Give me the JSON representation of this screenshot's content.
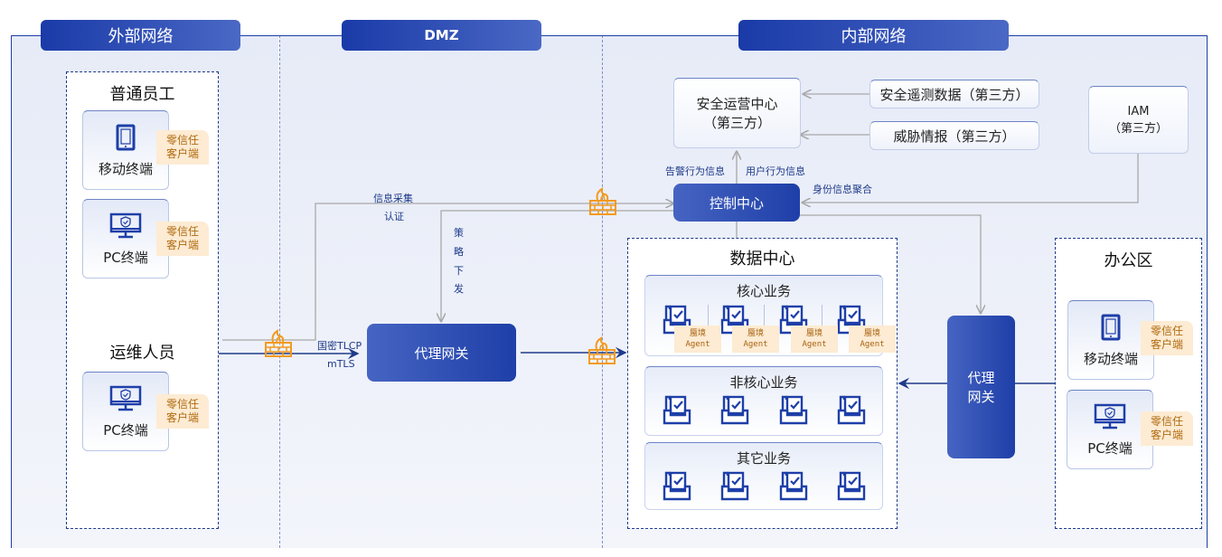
{
  "zones": {
    "external": {
      "title": "外部网络"
    },
    "dmz": {
      "title": "DMZ"
    },
    "internal": {
      "title": "内部网络"
    }
  },
  "external": {
    "regular_staff": {
      "title": "普通员工",
      "devices": [
        {
          "label": "移动终端",
          "icon": "tablet-icon",
          "tag": [
            "零信任",
            "客户端"
          ]
        },
        {
          "label": "PC终端",
          "icon": "monitor-shield-icon",
          "tag": [
            "零信任",
            "客户端"
          ]
        }
      ]
    },
    "ops_staff": {
      "title": "运维人员",
      "devices": [
        {
          "label": "PC终端",
          "icon": "monitor-shield-icon",
          "tag": [
            "零信任",
            "客户端"
          ]
        }
      ]
    }
  },
  "dmz": {
    "proxy_gateway": "代理网关",
    "labels": {
      "info_collect": "信息采集",
      "auth": "认证",
      "policy": [
        "策",
        "略",
        "下",
        "发"
      ],
      "protocol_1": "国密TLCP",
      "protocol_2": "mTLS"
    }
  },
  "internal": {
    "soc": {
      "line1": "安全运营中心",
      "line2": "（第三方）"
    },
    "telemetry": "安全遥测数据（第三方）",
    "threat_intel": "威胁情报（第三方）",
    "iam": {
      "line1": "IAM",
      "line2": "（第三方）"
    },
    "control_center": "控制中心",
    "labels": {
      "alert_info": "告警行为信息",
      "user_behavior": "用户行为信息",
      "identity_agg": "身份信息聚合"
    },
    "data_center": {
      "title": "数据中心",
      "groups": [
        {
          "title": "核心业务",
          "count": 4,
          "agent": [
            "蜃境",
            "Agent"
          ]
        },
        {
          "title": "非核心业务",
          "count": 4
        },
        {
          "title": "其它业务",
          "count": 4
        }
      ]
    },
    "proxy_gateway": [
      "代理",
      "网关"
    ],
    "office": {
      "title": "办公区",
      "devices": [
        {
          "label": "移动终端",
          "icon": "tablet-icon",
          "tag": [
            "零信任",
            "客户端"
          ]
        },
        {
          "label": "PC终端",
          "icon": "monitor-shield-icon",
          "tag": [
            "零信任",
            "客户端"
          ]
        }
      ]
    }
  },
  "colors": {
    "primary": "#1e3fa8",
    "accent_orange": "#f39a1f",
    "tag_bg": "#fdebd3",
    "tag_text": "#b06a0e",
    "connector_gray": "#a8a8a8"
  }
}
